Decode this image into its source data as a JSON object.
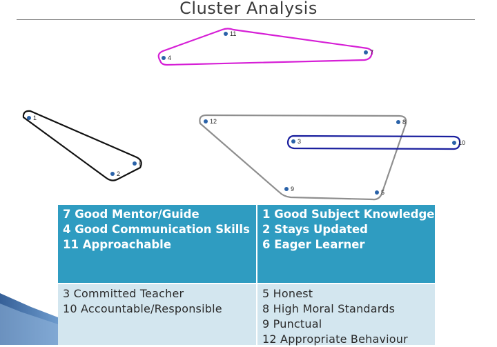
{
  "title": "Cluster Analysis",
  "points": [
    {
      "id": "1",
      "label": "1"
    },
    {
      "id": "2",
      "label": "2"
    },
    {
      "id": "3",
      "label": "3"
    },
    {
      "id": "4",
      "label": "4"
    },
    {
      "id": "5",
      "label": "5"
    },
    {
      "id": "6",
      "label": "6"
    },
    {
      "id": "7",
      "label": "7"
    },
    {
      "id": "8",
      "label": "8"
    },
    {
      "id": "9",
      "label": "9"
    },
    {
      "id": "10",
      "label": "10"
    },
    {
      "id": "11",
      "label": "11"
    },
    {
      "id": "12",
      "label": "12"
    }
  ],
  "clusters": [
    {
      "id": "magenta",
      "color": "#d61fd6",
      "members": [
        "4",
        "11",
        "7"
      ]
    },
    {
      "id": "black",
      "color": "#111111",
      "members": [
        "1",
        "2",
        "6"
      ]
    },
    {
      "id": "grey",
      "color": "#8e8e8e",
      "members": [
        "12",
        "8",
        "5",
        "9"
      ]
    },
    {
      "id": "blue",
      "color": "#1a1f9e",
      "members": [
        "3",
        "10"
      ]
    }
  ],
  "table": {
    "top_left": [
      "7  Good Mentor/Guide",
      "4 Good Communication Skills",
      "11 Approachable"
    ],
    "top_right": [
      "1  Good Subject Knowledge",
      "2  Stays Updated",
      "6  Eager Learner"
    ],
    "bottom_left": [
      "3  Committed Teacher",
      "10 Accountable/Responsible"
    ],
    "bottom_right": [
      "5 Honest",
      "8 High Moral Standards",
      "9 Punctual",
      "12 Appropriate Behaviour"
    ],
    "colors": {
      "header_bg": "#2f9cc1",
      "body_bg": "#d3e6ef"
    }
  }
}
